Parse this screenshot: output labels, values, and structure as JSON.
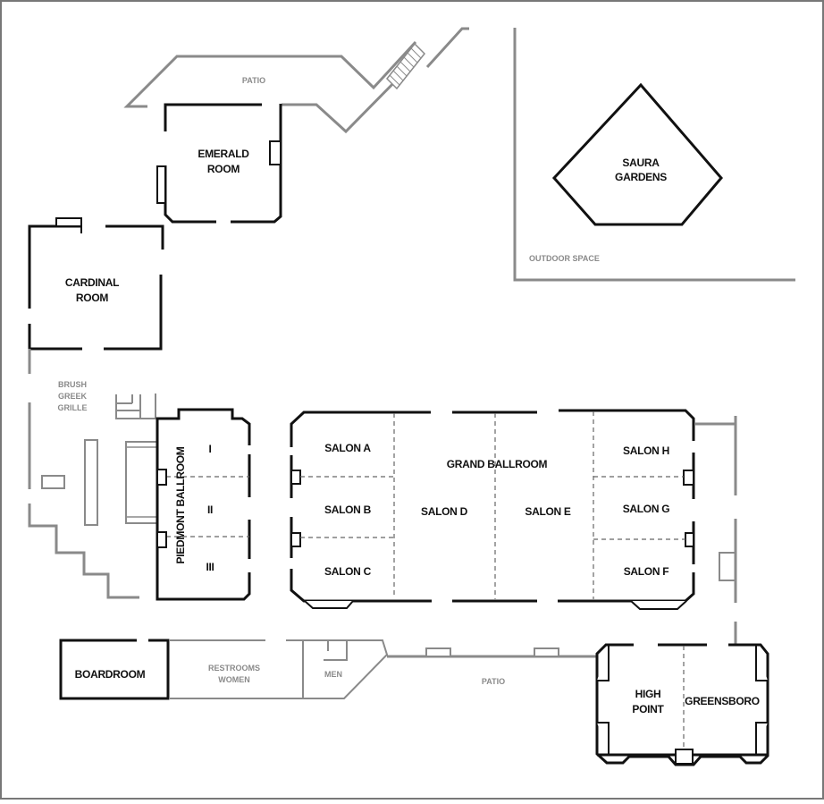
{
  "floorplan": {
    "rooms": {
      "emerald": {
        "line1": "EMERALD",
        "line2": "ROOM"
      },
      "cardinal": {
        "line1": "CARDINAL",
        "line2": "ROOM"
      },
      "saura": {
        "line1": "SAURA",
        "line2": "GARDENS"
      },
      "piedmont": {
        "name": "PIEDMONT BALLROOM",
        "sections": [
          "I",
          "II",
          "III"
        ]
      },
      "grand_ballroom": {
        "name": "GRAND BALLROOM",
        "salons": {
          "a": "SALON A",
          "b": "SALON B",
          "c": "SALON C",
          "d": "SALON D",
          "e": "SALON E",
          "f": "SALON F",
          "g": "SALON G",
          "h": "SALON H"
        }
      },
      "boardroom": {
        "name": "BOARDROOM"
      },
      "high_point": {
        "line1": "HIGH",
        "line2": "POINT"
      },
      "greensboro": {
        "name": "GREENSBORO"
      }
    },
    "areas": {
      "patio_top": "PATIO",
      "patio_bottom": "PATIO",
      "outdoor_space": "OUTDOOR SPACE",
      "grille": {
        "line1": "BRUSH",
        "line2": "GREEK",
        "line3": "GRILLE"
      },
      "restrooms": {
        "line1": "RESTROOMS",
        "line2": "WOMEN"
      },
      "men": "MEN"
    },
    "colors": {
      "wall": "#111111",
      "secondary": "#8a8a8a",
      "background": "#ffffff"
    }
  }
}
